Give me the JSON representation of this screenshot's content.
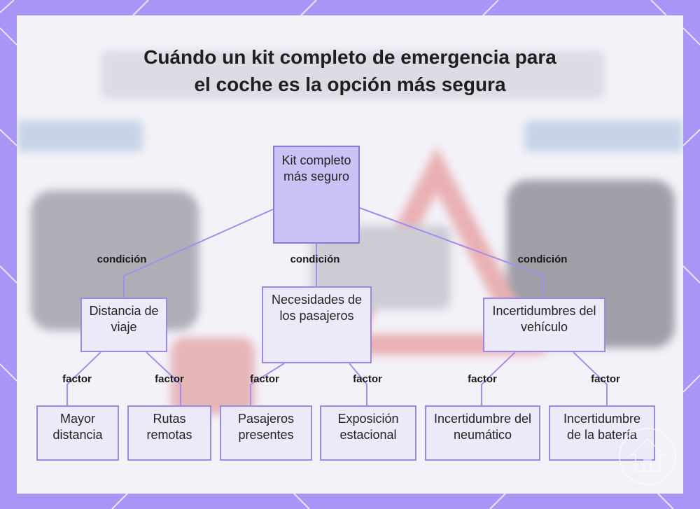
{
  "title": "Cuándo un kit completo de emergencia para el coche es la opción más segura",
  "colors": {
    "frame": "#a895f5",
    "node_fill": "#eceaf9",
    "root_fill": "#c9c3f6",
    "node_border": "#9c8ae0",
    "link": "#a48ee8"
  },
  "nodes": {
    "root": "Kit completo más seguro",
    "distancia": "Distancia de viaje",
    "necesidades": "Necesidades de los pasajeros",
    "incertidumbres": "Incertidumbres del vehículo",
    "mayor_distancia": "Mayor distancia",
    "rutas_remotas": "Rutas remotas",
    "pasajeros_presentes": "Pasajeros presentes",
    "exposicion_estacional": "Exposición estacional",
    "neumatico": "Incertidumbre del neumático",
    "bateria": "Incertidumbre de la batería"
  },
  "edge_labels": {
    "condition": "condición",
    "factor": "factor"
  },
  "watermark_icon": "house-logo-icon"
}
